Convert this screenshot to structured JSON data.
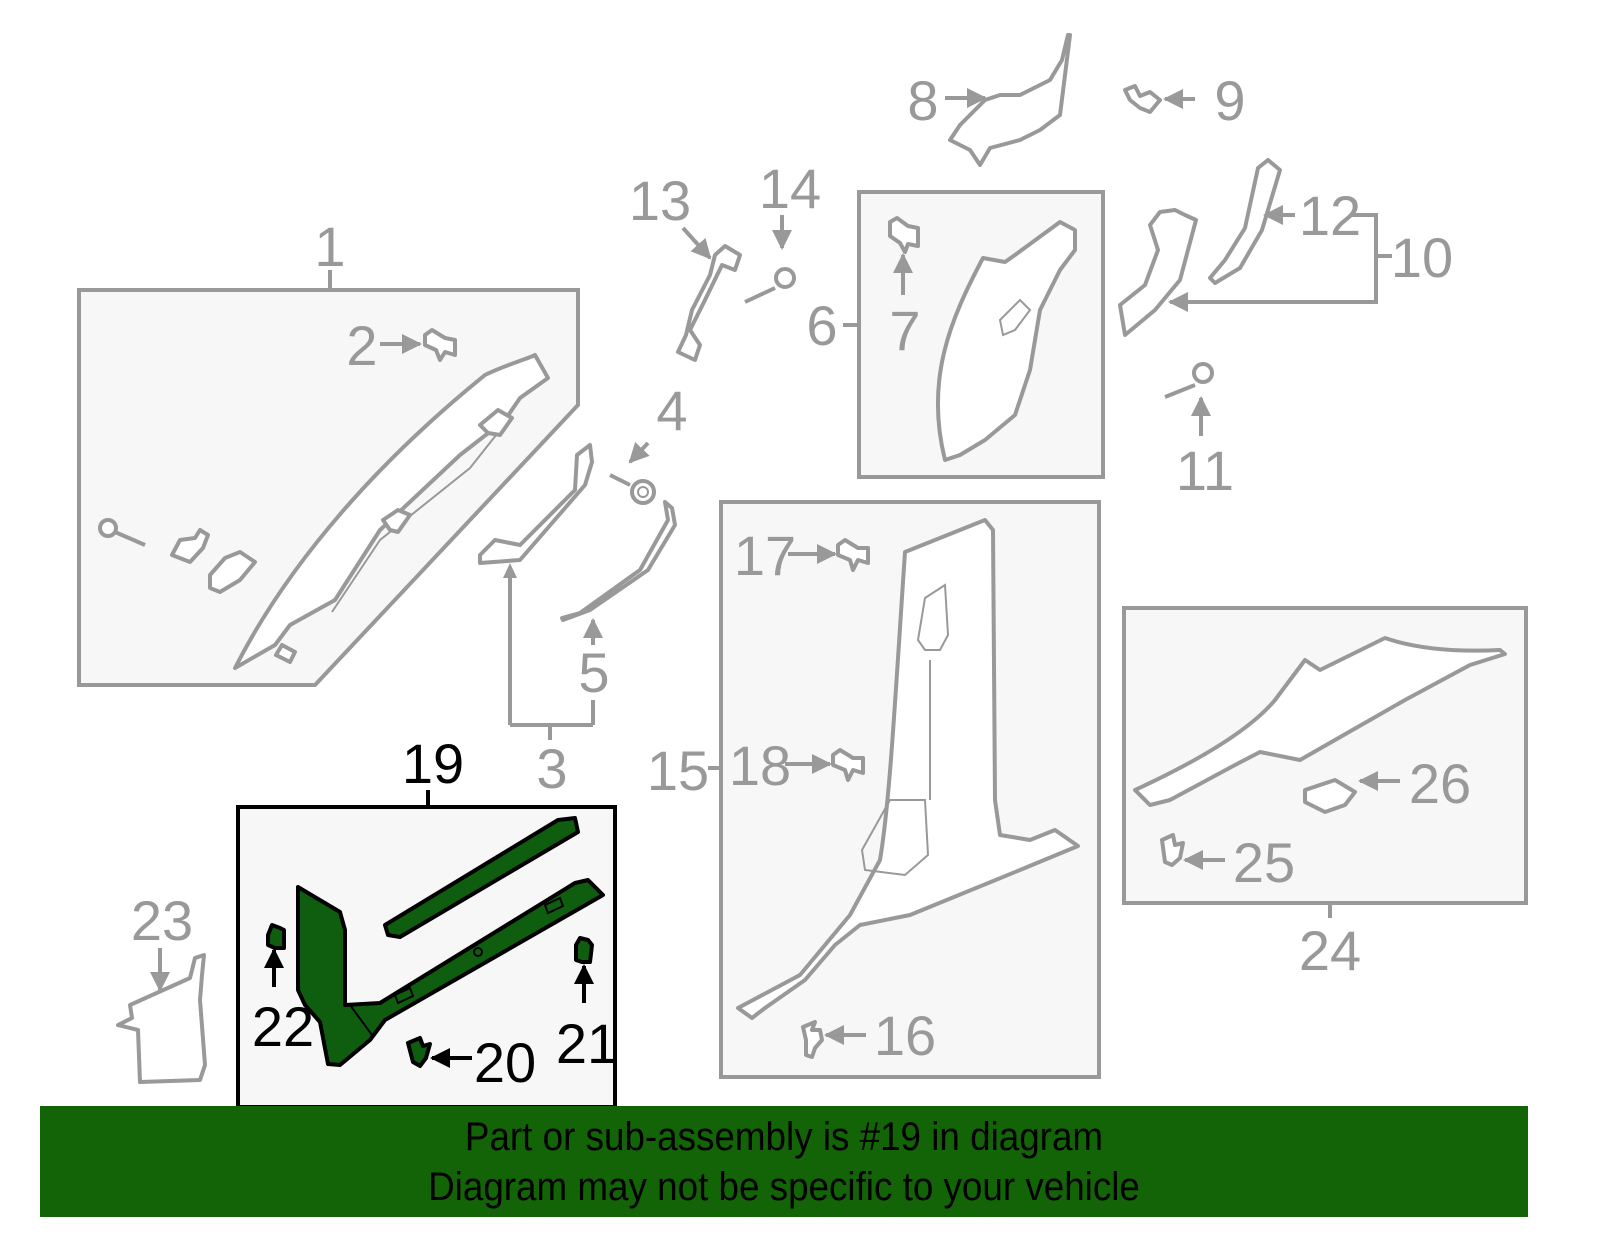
{
  "diagram": {
    "highlight_color": "#0f5e0f",
    "callouts": {
      "c1": "1",
      "c2": "2",
      "c3": "3",
      "c4": "4",
      "c5": "5",
      "c6": "6",
      "c7": "7",
      "c8": "8",
      "c9": "9",
      "c10": "10",
      "c11": "11",
      "c12": "12",
      "c13": "13",
      "c14": "14",
      "c15": "15",
      "c16": "16",
      "c17": "17",
      "c18": "18",
      "c19": "19",
      "c20": "20",
      "c21": "21",
      "c22": "22",
      "c23": "23",
      "c24": "24",
      "c25": "25",
      "c26": "26"
    }
  },
  "banner": {
    "line1": "Part or sub-assembly is #19 in diagram",
    "line2": "Diagram may not be specific to your vehicle",
    "background": "#136307"
  }
}
